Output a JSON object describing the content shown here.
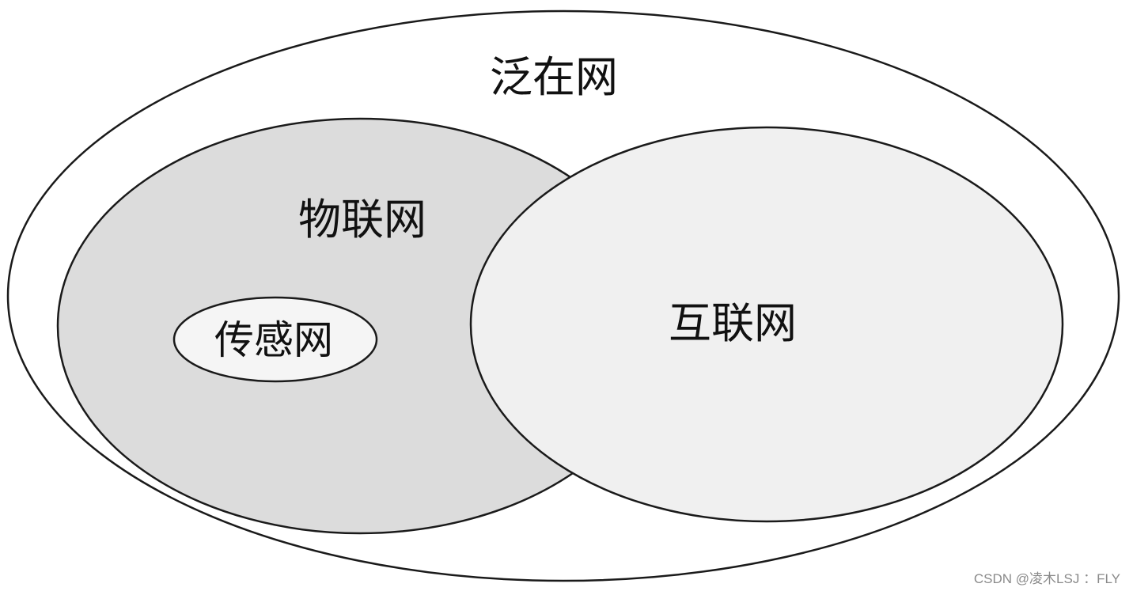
{
  "diagram": {
    "outer_label": "泛在网",
    "iot_label": "物联网",
    "sensor_label": "传感网",
    "internet_label": "互联网",
    "colors": {
      "outer_fill": "#ffffff",
      "iot_fill": "#dcdcdc",
      "sensor_fill": "#f5f5f5",
      "internet_fill": "#f0f0f0",
      "stroke": "#1a1a1a"
    }
  },
  "watermark": {
    "text": "CSDN @凌木LSJ ：FLY"
  }
}
